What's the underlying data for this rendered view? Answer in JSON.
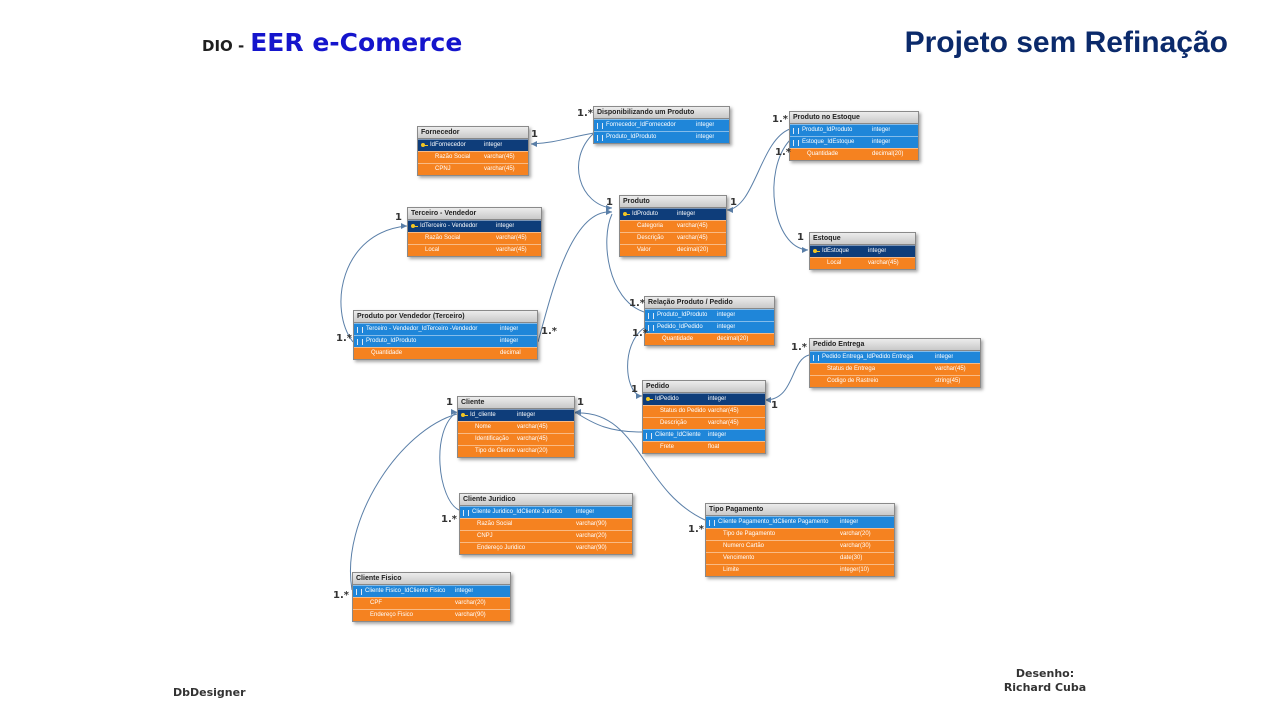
{
  "header": {
    "dio": "DIO -",
    "title": "EER e-Comerce",
    "subtitle": "Projeto sem Refinação"
  },
  "footer": {
    "tool": "DbDesigner",
    "author_label": "Desenho:",
    "author": "Richard Cuba"
  },
  "colors": {
    "primary_key_row": "#0e3d7a",
    "foreign_key_row": "#1f86d9",
    "attribute_row": "#f58220",
    "title_color": "#0b2a6b",
    "accent": "#1515cc",
    "link": "#5a7fa8"
  },
  "tables": {
    "fornecedor": {
      "title": "Fornecedor",
      "rows": [
        {
          "kind": "pk",
          "name": "IdFornecedor",
          "type": "integer"
        },
        {
          "kind": "at",
          "name": "Razão Social",
          "type": "varchar(45)"
        },
        {
          "kind": "at",
          "name": "CPNJ",
          "type": "varchar(45)"
        }
      ]
    },
    "disponibilizando": {
      "title": "Disponibilizando um Produto",
      "rows": [
        {
          "kind": "fk",
          "name": "Fornecedor_IdFornecedor",
          "type": "integer"
        },
        {
          "kind": "fk",
          "name": "Produto_IdProduto",
          "type": "integer"
        }
      ]
    },
    "produto_estoque": {
      "title": "Produto no Estoque",
      "rows": [
        {
          "kind": "fk",
          "name": "Produto_IdProduto",
          "type": "integer"
        },
        {
          "kind": "fk",
          "name": "Estoque_IdEstoque",
          "type": "integer"
        },
        {
          "kind": "at",
          "name": "Quantidade",
          "type": "decimal(20)"
        }
      ]
    },
    "terceiro": {
      "title": "Terceiro - Vendedor",
      "rows": [
        {
          "kind": "pk",
          "name": "IdTerceiro - Vendedor",
          "type": "integer"
        },
        {
          "kind": "at",
          "name": "Razão Social",
          "type": "varchar(45)"
        },
        {
          "kind": "at",
          "name": "Local",
          "type": "varchar(45)"
        }
      ]
    },
    "produto": {
      "title": "Produto",
      "rows": [
        {
          "kind": "pk",
          "name": "IdProduto",
          "type": "integer"
        },
        {
          "kind": "at",
          "name": "Categoria",
          "type": "varchar(45)"
        },
        {
          "kind": "at",
          "name": "Descrição",
          "type": "varchar(45)"
        },
        {
          "kind": "at",
          "name": "Valor",
          "type": "decimal(20)"
        }
      ]
    },
    "estoque": {
      "title": "Estoque",
      "rows": [
        {
          "kind": "pk",
          "name": "IdEstoque",
          "type": "integer"
        },
        {
          "kind": "at",
          "name": "Local",
          "type": "varchar(45)"
        }
      ]
    },
    "produto_vendedor": {
      "title": "Produto por Vendedor (Terceiro)",
      "rows": [
        {
          "kind": "fk",
          "name": "Terceiro - Vendedor_IdTerceiro -Vendedor",
          "type": "integer"
        },
        {
          "kind": "fk",
          "name": "Produto_IdProduto",
          "type": "integer"
        },
        {
          "kind": "at",
          "name": "Quantidade",
          "type": "decimal"
        }
      ]
    },
    "relacao": {
      "title": "Relação Produto / Pedido",
      "rows": [
        {
          "kind": "fk",
          "name": "Produto_IdProduto",
          "type": "integer"
        },
        {
          "kind": "fk",
          "name": "Pedido_IdPedido",
          "type": "integer"
        },
        {
          "kind": "at",
          "name": "Quantidade",
          "type": "decimal(20)"
        }
      ]
    },
    "pedido_entrega": {
      "title": "Pedido Entrega",
      "rows": [
        {
          "kind": "fk",
          "name": "Pedido Entrega_IdPedido Entrega",
          "type": "integer"
        },
        {
          "kind": "at",
          "name": "Status de Entrega",
          "type": "varchar(45)"
        },
        {
          "kind": "at",
          "name": "Codigo de Rastreio",
          "type": "string(45)"
        }
      ]
    },
    "cliente": {
      "title": "Cliente",
      "rows": [
        {
          "kind": "pk",
          "name": "Id_cliente",
          "type": "integer"
        },
        {
          "kind": "at",
          "name": "Nome",
          "type": "varchar(45)"
        },
        {
          "kind": "at",
          "name": "Identificação",
          "type": "varchar(45)"
        },
        {
          "kind": "at",
          "name": "Tipo de Cliente",
          "type": "varchar(20)"
        }
      ]
    },
    "pedido": {
      "title": "Pedido",
      "rows": [
        {
          "kind": "pk",
          "name": "IdPedido",
          "type": "integer"
        },
        {
          "kind": "at",
          "name": "Status do Pedido",
          "type": "varchar(45)"
        },
        {
          "kind": "at",
          "name": "Descrição",
          "type": "varchar(45)"
        },
        {
          "kind": "fk",
          "name": "Cliente_IdCliente",
          "type": "integer"
        },
        {
          "kind": "at",
          "name": "Frete",
          "type": "float"
        }
      ]
    },
    "cliente_juridico": {
      "title": "Cliente Juridico",
      "rows": [
        {
          "kind": "fk",
          "name": "Cliente Juridico_IdCliente Juridico",
          "type": "integer"
        },
        {
          "kind": "at",
          "name": "Razão Social",
          "type": "varchar(90)"
        },
        {
          "kind": "at",
          "name": "CNPJ",
          "type": "varchar(20)"
        },
        {
          "kind": "at",
          "name": "Endereço Juridico",
          "type": "varchar(90)"
        }
      ]
    },
    "tipo_pagamento": {
      "title": "Tipo Pagamento",
      "rows": [
        {
          "kind": "fk",
          "name": "Cliente Pagamento_IdCliente Pagamento",
          "type": "integer"
        },
        {
          "kind": "at",
          "name": "Tipo de Pagamento",
          "type": "varchar(20)"
        },
        {
          "kind": "at",
          "name": "Numero Cartão",
          "type": "varchar(30)"
        },
        {
          "kind": "at",
          "name": "Vencimento",
          "type": "date(30)"
        },
        {
          "kind": "at",
          "name": "Limite",
          "type": "integer(10)"
        }
      ]
    },
    "cliente_fisico": {
      "title": "Cliente Fisico",
      "rows": [
        {
          "kind": "fk",
          "name": "Cliente Fisico_IdCliente Fisico",
          "type": "integer"
        },
        {
          "kind": "at",
          "name": "CPF",
          "type": "varchar(20)"
        },
        {
          "kind": "at",
          "name": "Endereço Fisico",
          "type": "varchar(90)"
        }
      ]
    }
  },
  "cardinalities": {
    "disp_many": "1.*",
    "forn_one": "1",
    "pe_many_top": "1.*",
    "prod_one_left": "1",
    "prod_one_right": "1",
    "pe_many_mid": "1.*",
    "est_one": "1",
    "terc_one": "1",
    "pv_many": "1.*",
    "pv_many_right": "1.*",
    "rel_many_top": "1.*",
    "rel_many_mid": "1.*",
    "pent_many": "1.*",
    "ped_one_left": "1",
    "ped_one_right": "1",
    "cli_one_left": "1",
    "cli_one_right": "1",
    "cj_many": "1.*",
    "tp_many": "1.*",
    "cf_many": "1.*"
  }
}
